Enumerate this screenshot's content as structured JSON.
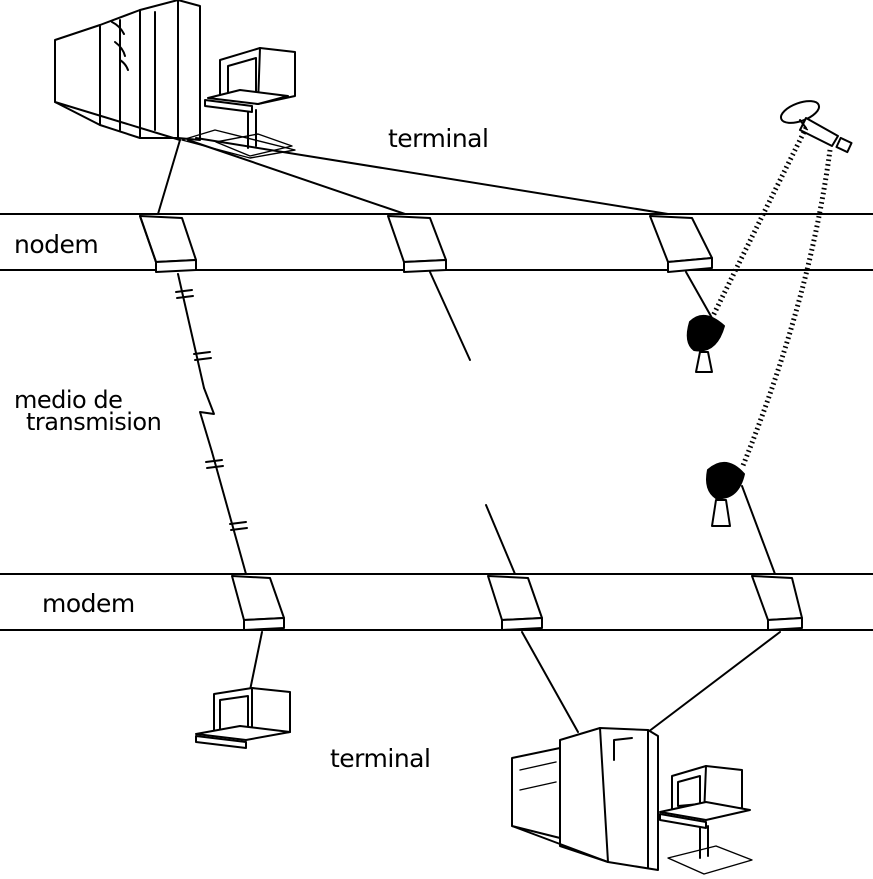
{
  "labels": {
    "terminal_top": "terminal",
    "modem_top": "nodem",
    "medio_line1": "medio de",
    "medio_line2": "transmision",
    "modem_bottom": "modem",
    "terminal_bottom": "terminal"
  },
  "icons": {
    "top_mainframe": "mainframe-computer-icon",
    "top_terminal": "computer-terminal-icon",
    "satellite": "satellite-icon",
    "dish_upper": "satellite-dish-icon",
    "dish_lower": "satellite-dish-icon",
    "bottom_terminal": "computer-terminal-icon",
    "bottom_mainframe": "mainframe-computer-icon",
    "modem": "modem-icon"
  },
  "colors": {
    "ink": "#000000",
    "paper": "#ffffff"
  }
}
